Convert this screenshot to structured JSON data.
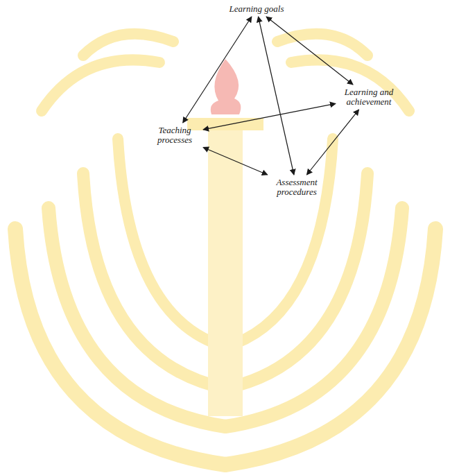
{
  "diagram": {
    "nodes": [
      {
        "text": [
          "Learning goals"
        ]
      },
      {
        "text": [
          "Learning and achievement"
        ]
      },
      {
        "text": [
          "Teaching processes"
        ]
      },
      {
        "text": [
          "Assessment procedures"
        ]
      }
    ],
    "edges": [
      {
        "from": 0,
        "to": 1,
        "arrow": "both"
      },
      {
        "from": 0,
        "to": 2,
        "arrow": "both"
      },
      {
        "from": 0,
        "to": 3,
        "arrow": "both"
      },
      {
        "from": 1,
        "to": 2,
        "arrow": "both"
      },
      {
        "from": 1,
        "to": 3,
        "arrow": "both"
      },
      {
        "from": 2,
        "to": 3,
        "arrow": "both"
      }
    ]
  }
}
